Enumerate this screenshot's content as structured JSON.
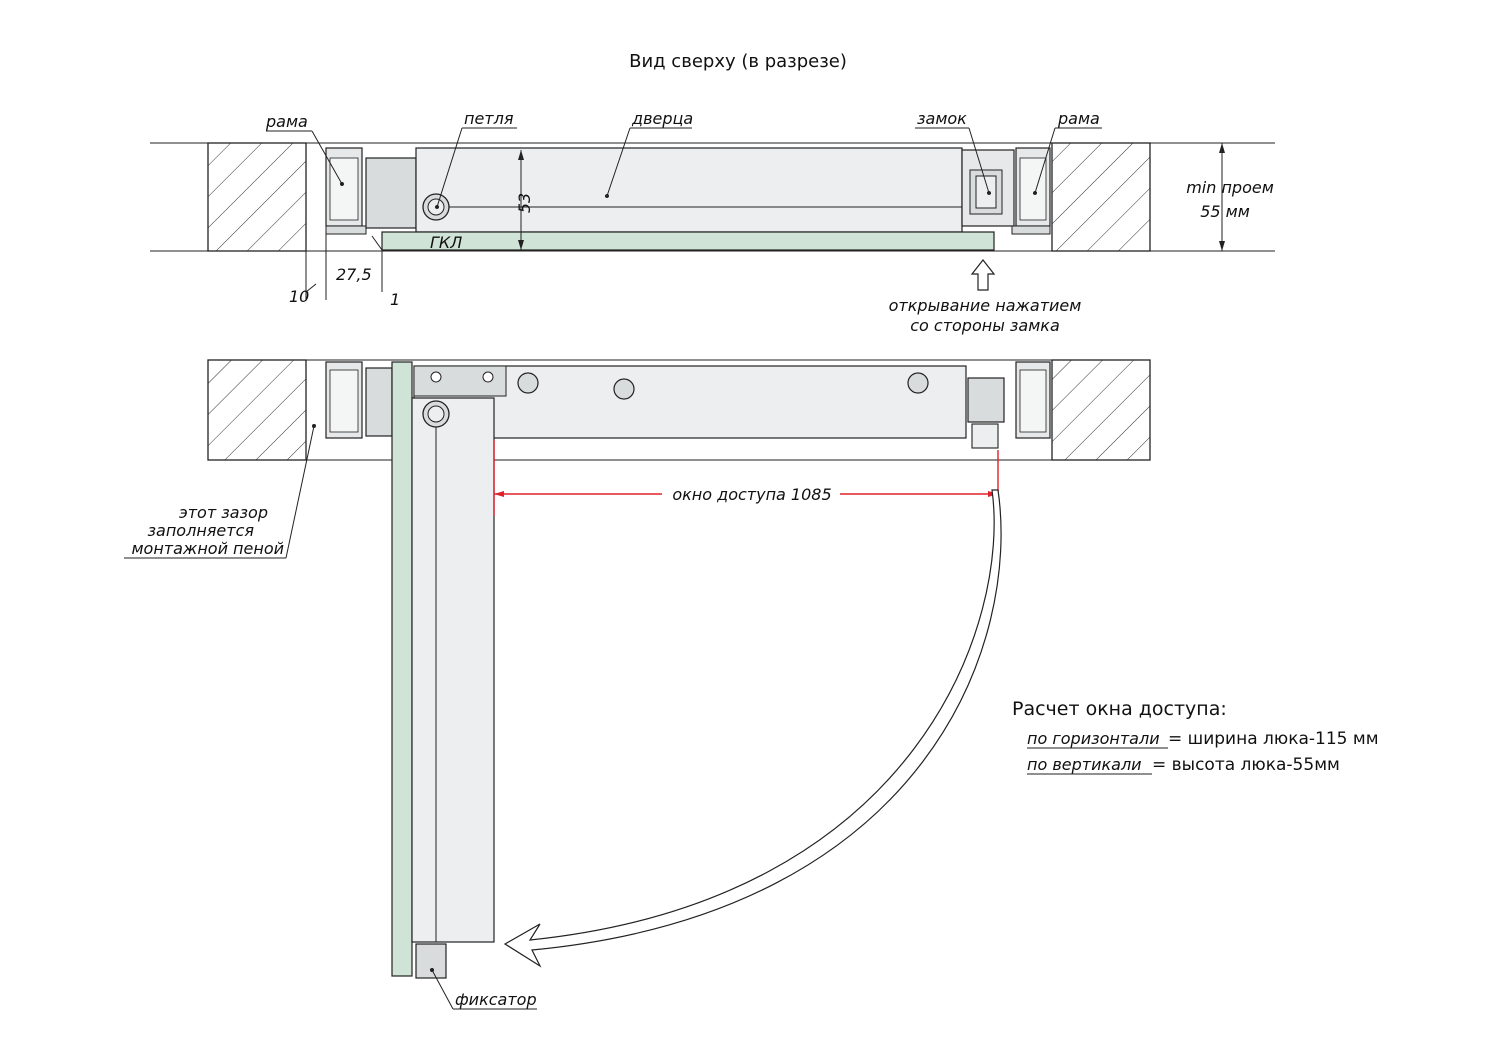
{
  "title": "Вид сверху (в разрезе)",
  "labels": {
    "frame_left": "рама",
    "hinge": "петля",
    "door": "дверца",
    "lock": "замок",
    "frame_right": "рама",
    "opening_line1": "min проем",
    "opening_line2": "55 мм",
    "gkl": "ГКЛ",
    "dim_53": "53",
    "dim_10": "10",
    "dim_27_5": "27,5",
    "dim_1": "1",
    "push_line1": "открывание нажатием",
    "push_line2": "со стороны замка",
    "gap_line1": "этот зазор",
    "gap_line2": "заполняется",
    "gap_line3": "монтажной пеной",
    "access_window": "окно доступа 1085",
    "latch": "фиксатор"
  },
  "calculation": {
    "title": "Расчет окна доступа:",
    "rows": [
      {
        "key": "по горизонтали",
        "value": " = ширина люка-115 мм"
      },
      {
        "key": "по вертикали",
        "value": " = высота люка-55мм"
      }
    ]
  },
  "colors": {
    "gkl": "#cfe3d6",
    "metal": "#eceeef",
    "dark_metal": "#d9dcdd",
    "dimension_red": "#e0202a"
  }
}
